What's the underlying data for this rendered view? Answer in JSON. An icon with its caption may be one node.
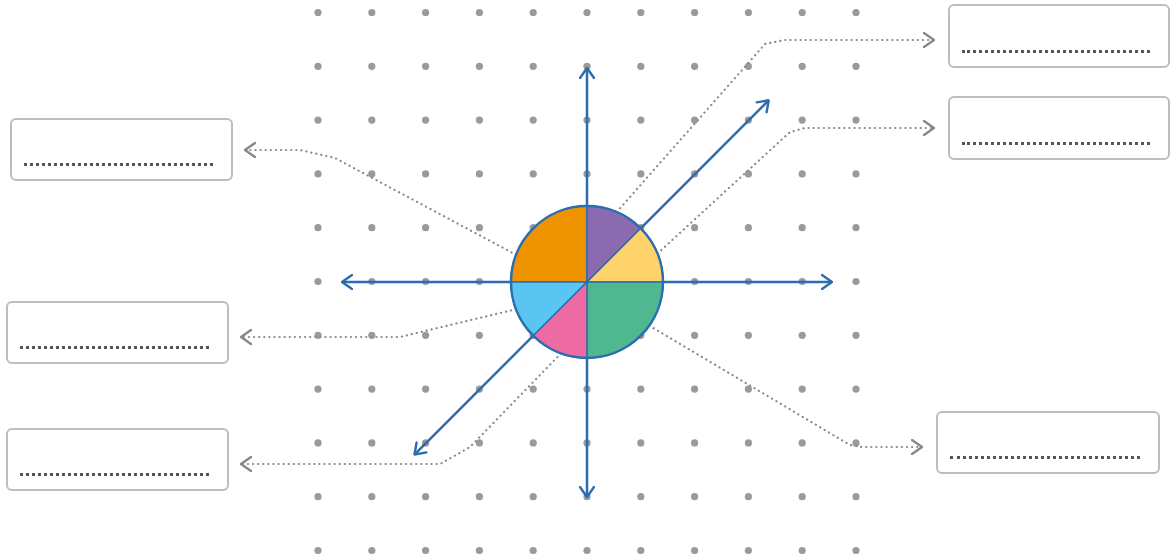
{
  "diagram": {
    "nodes": [
      {
        "text": [],
        "shape": "box"
      },
      {
        "text": [],
        "shape": "box"
      },
      {
        "text": [],
        "shape": "box"
      },
      {
        "text": [],
        "shape": "box"
      },
      {
        "text": [],
        "shape": "box"
      },
      {
        "text": [],
        "shape": "box"
      },
      {
        "text": [],
        "shape": "wedge"
      },
      {
        "text": [],
        "shape": "wedge"
      },
      {
        "text": [],
        "shape": "wedge"
      },
      {
        "text": [],
        "shape": "wedge"
      },
      {
        "text": [],
        "shape": "wedge"
      },
      {
        "text": [],
        "shape": "wedge"
      }
    ],
    "edges": [
      {
        "from": 7,
        "to": 0,
        "arrow": "to"
      },
      {
        "from": 8,
        "to": 1,
        "arrow": "to"
      },
      {
        "from": 6,
        "to": 2,
        "arrow": "to"
      },
      {
        "from": 9,
        "to": 3,
        "arrow": "to"
      },
      {
        "from": 10,
        "to": 4,
        "arrow": "to"
      },
      {
        "from": 11,
        "to": 5,
        "arrow": "to"
      }
    ]
  }
}
